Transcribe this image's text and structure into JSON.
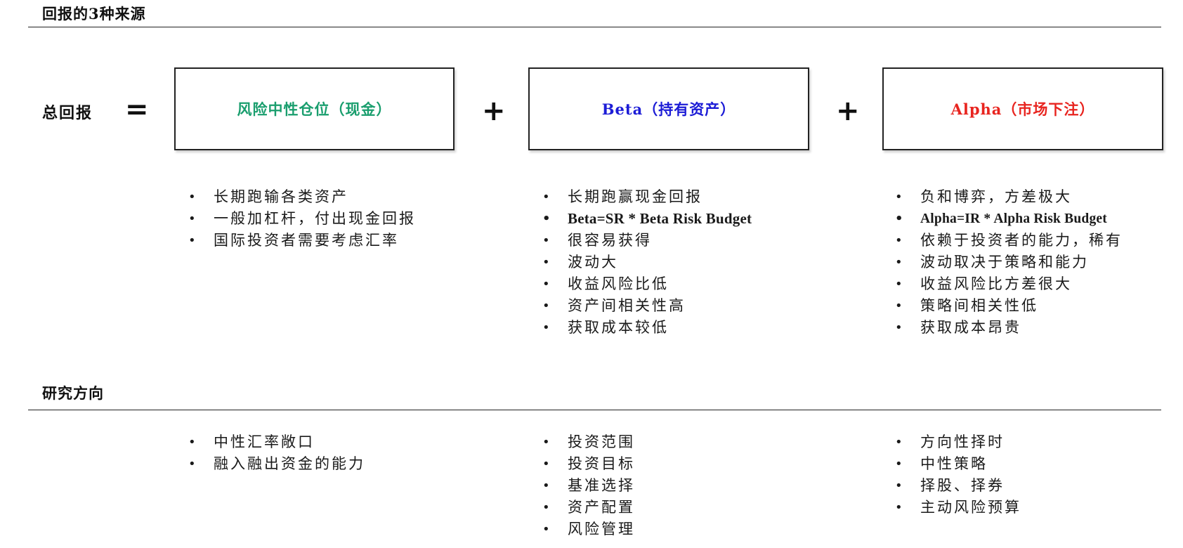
{
  "sections": {
    "sources_title": "回报的3种来源",
    "research_title": "研究方向"
  },
  "equation": {
    "total_label": "总回报",
    "equals": "=",
    "plus": "+",
    "boxes": [
      {
        "title": "风险中性仓位（现金）",
        "color": "#1a9e6e"
      },
      {
        "title": "Beta（持有资产）",
        "color": "#1c1cd6"
      },
      {
        "title": "Alpha（市场下注）",
        "color": "#e8241f"
      }
    ]
  },
  "characteristics": [
    {
      "items": [
        "长期跑输各类资产",
        "一般加杠杆，付出现金回报",
        "国际投资者需要考虑汇率"
      ]
    },
    {
      "items": [
        "长期跑赢现金回报",
        "Beta=SR * Beta Risk Budget",
        "很容易获得",
        "波动大",
        "收益风险比低",
        "资产间相关性高",
        "获取成本较低"
      ]
    },
    {
      "items": [
        "负和博弈，方差极大",
        "Alpha=IR * Alpha Risk Budget",
        "依赖于投资者的能力，稀有",
        "波动取决于策略和能力",
        "收益风险比方差很大",
        "策略间相关性低",
        "获取成本昂贵"
      ]
    }
  ],
  "research": [
    {
      "items": [
        "中性汇率敞口",
        "融入融出资金的能力"
      ]
    },
    {
      "items": [
        "投资范围",
        "投资目标",
        "基准选择",
        "资产配置",
        "风险管理"
      ]
    },
    {
      "items": [
        "方向性择时",
        "中性策略",
        "择股、择券",
        "主动风险预算"
      ]
    }
  ],
  "bullet": "•"
}
